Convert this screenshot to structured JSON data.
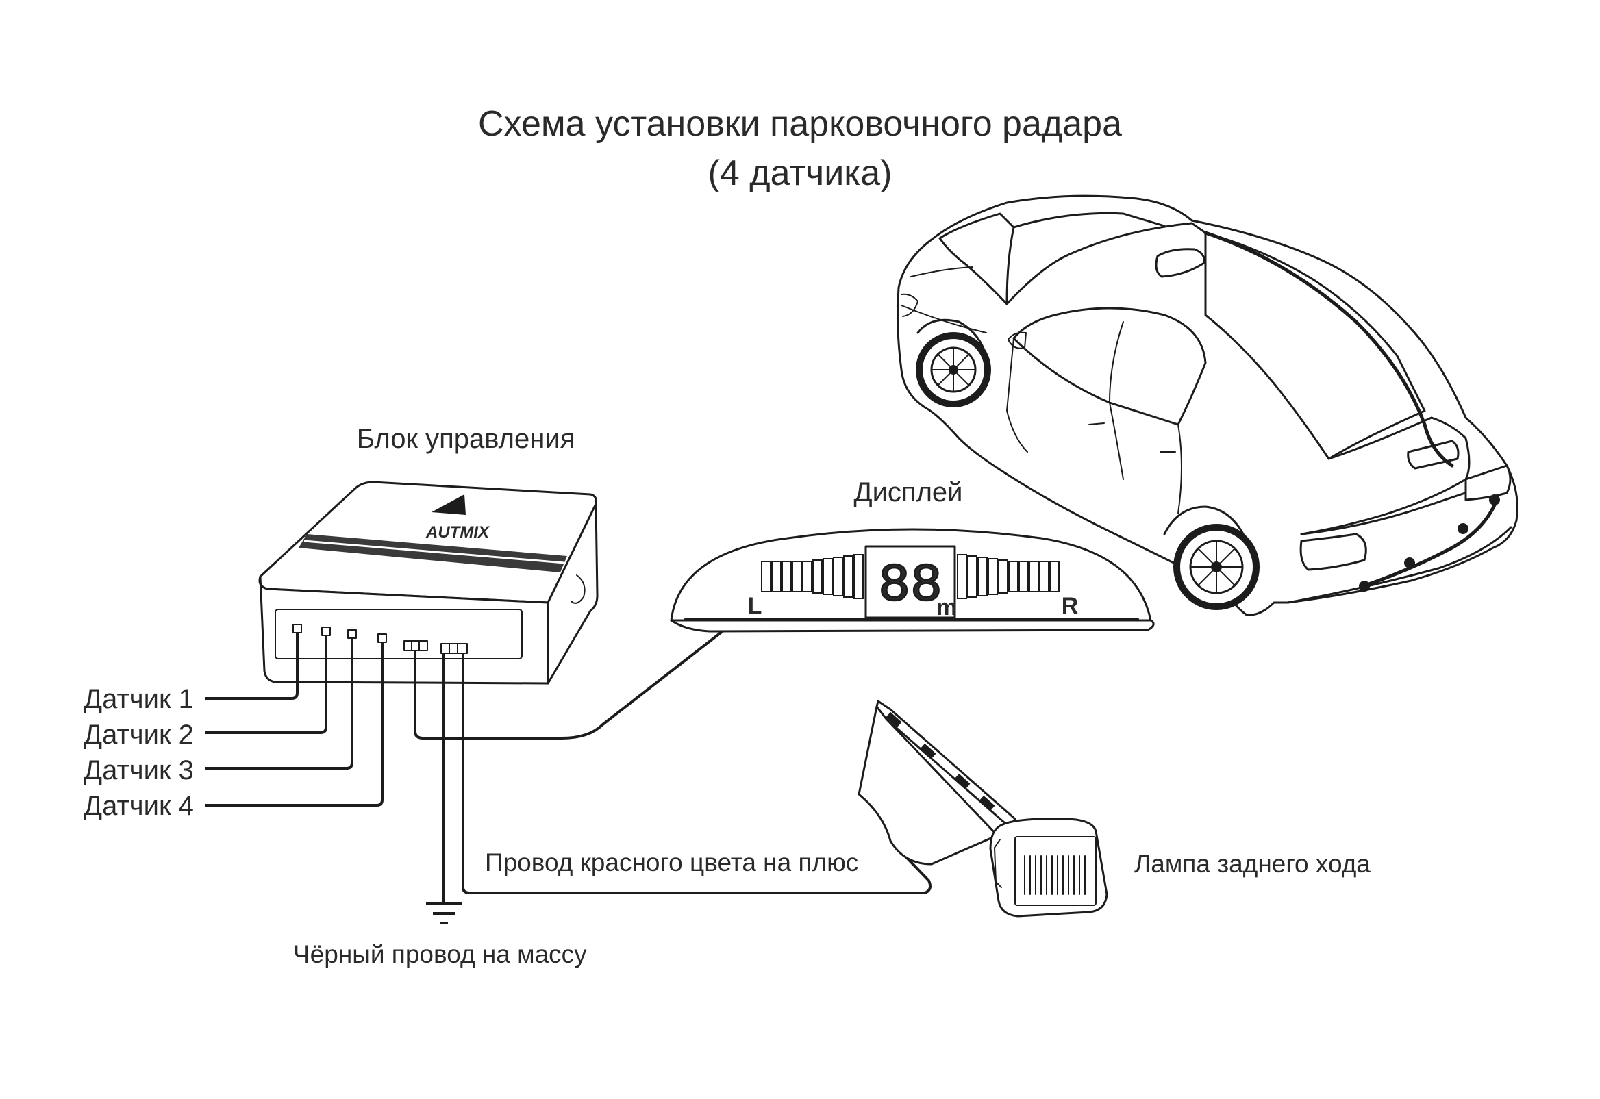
{
  "title": {
    "line1": "Схема установки парковочного радара",
    "line2": "(4 датчика)"
  },
  "control_unit": {
    "label": "Блок управления",
    "brand": "AUTMIX"
  },
  "display": {
    "label": "Дисплей",
    "digits": "88",
    "unit": "m",
    "left": "L",
    "right": "R"
  },
  "sensors": [
    {
      "label": "Датчик 1"
    },
    {
      "label": "Датчик 2"
    },
    {
      "label": "Датчик 3"
    },
    {
      "label": "Датчик 4"
    }
  ],
  "wires": {
    "red": "Провод красного цвета на плюс",
    "black": "Чёрный провод на массу"
  },
  "reverse_lamp": {
    "label": "Лампа заднего хода"
  }
}
